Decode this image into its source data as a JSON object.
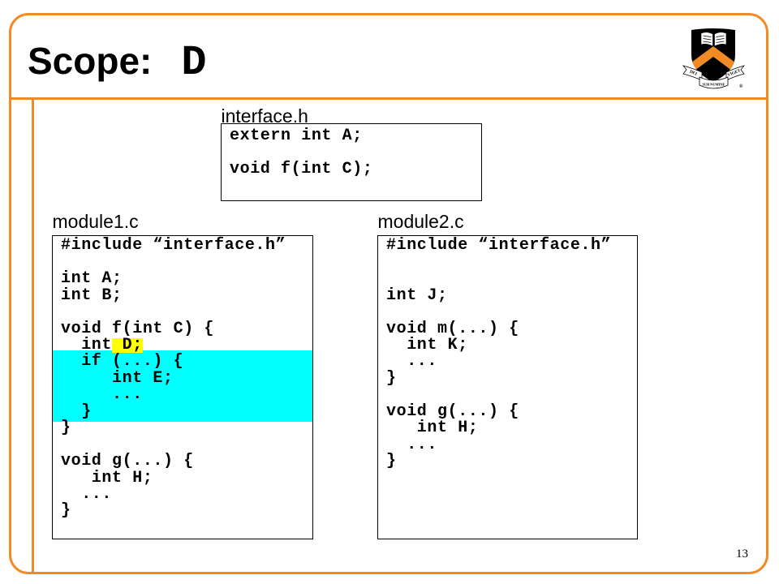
{
  "slide": {
    "title": "Scope:",
    "title_code": "D",
    "page_number": "13"
  },
  "logo": {
    "name": "princeton-shield",
    "motto_left": "DEI",
    "motto_center": "SUB NUMINE",
    "motto_right": "VIGET",
    "registered_mark": "®"
  },
  "files": {
    "interface": {
      "label": "interface.h",
      "lines": [
        "extern int A;",
        "void f(int C);"
      ]
    },
    "module1": {
      "label": "module1.c",
      "lines": [
        "#include “interface.h”",
        "int A;",
        "int B;",
        "void f(int C) {",
        {
          "text": "  int",
          "highlight": " D;"
        },
        "  if (...) {",
        "     int E;",
        "     ...",
        "  }",
        "}",
        "void g(...) {",
        "   int H;",
        "  ...",
        "}"
      ]
    },
    "module2": {
      "label": "module2.c",
      "lines": [
        "#include “interface.h”",
        "int J;",
        "void m(...) {",
        "  int K;",
        "  ...",
        "}",
        "void g(...) {",
        "   int H;",
        "  ...",
        "}"
      ]
    }
  },
  "colors": {
    "accent": "#F28A26",
    "scope_highlight": "#00FFFF",
    "declaration_highlight": "#FFFF00"
  }
}
